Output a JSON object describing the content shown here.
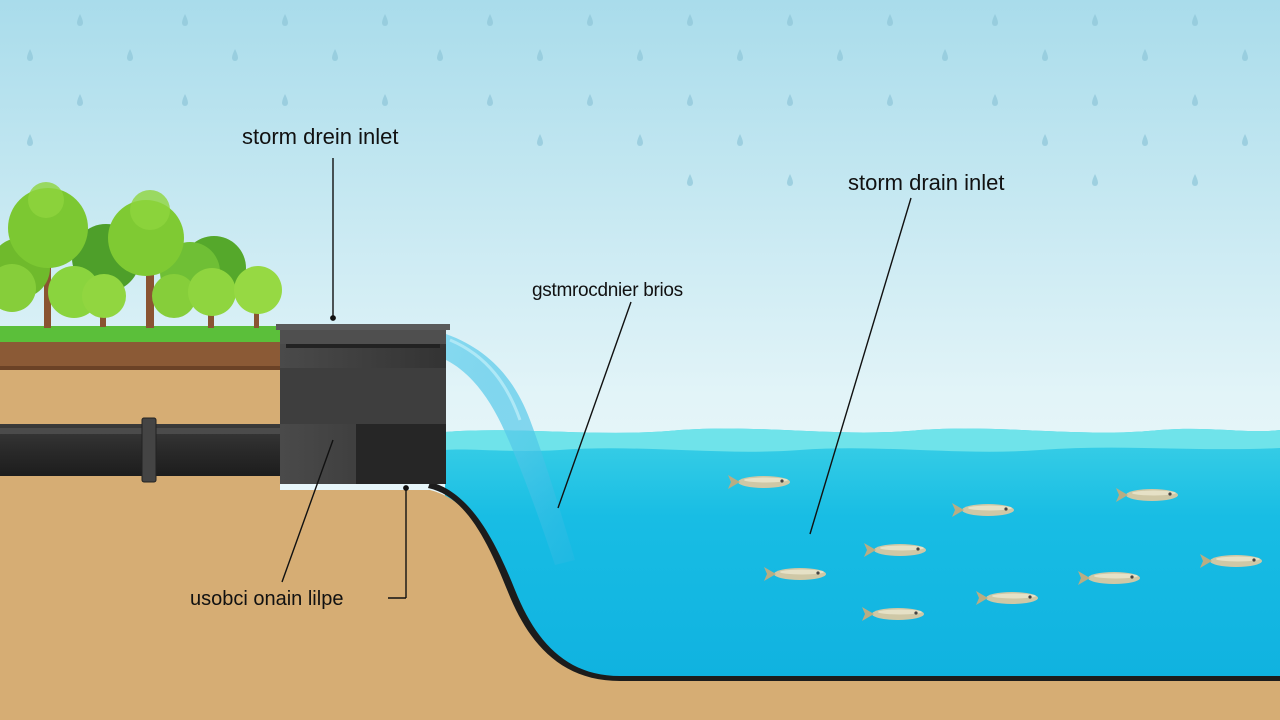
{
  "labels": {
    "inlet_left": "storm drein inlet",
    "inlet_right": "storm drain inlet",
    "middle": "gstmrocdnier brios",
    "pipe": "usobci onain lilpe"
  },
  "colors": {
    "sky_top": "#a9dceb",
    "sky_bottom": "#f3fbfd",
    "grass": "#5bbf3a",
    "topsoil": "#8b5a36",
    "soil": "#d6ad74",
    "water_surface": "#6fe3ea",
    "water_deep": "#12b6e2",
    "pipe": "#2f2f2f",
    "fish": "#c9c2a0"
  },
  "icons": [
    "tree-icon",
    "fish-icon",
    "raindrop-icon"
  ]
}
